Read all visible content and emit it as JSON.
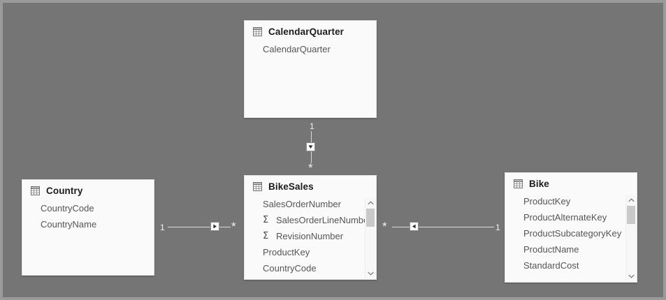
{
  "canvas": {
    "background_color": "#757575",
    "border_color": "#9a9a9a"
  },
  "tables": [
    {
      "id": "calendarquarter",
      "name": "CalendarQuarter",
      "icon": "table-grid-icon",
      "has_scrollbar": false,
      "fields": [
        {
          "label": "CalendarQuarter",
          "aggregate": false
        }
      ]
    },
    {
      "id": "country",
      "name": "Country",
      "icon": "table-grid-icon",
      "has_scrollbar": false,
      "fields": [
        {
          "label": "CountryCode",
          "aggregate": false
        },
        {
          "label": "CountryName",
          "aggregate": false
        }
      ]
    },
    {
      "id": "bikesales",
      "name": "BikeSales",
      "icon": "table-grid-icon",
      "has_scrollbar": true,
      "fields": [
        {
          "label": "SalesOrderNumber",
          "aggregate": false
        },
        {
          "label": "SalesOrderLineNumber",
          "aggregate": true
        },
        {
          "label": "RevisionNumber",
          "aggregate": true
        },
        {
          "label": "ProductKey",
          "aggregate": false
        },
        {
          "label": "CountryCode",
          "aggregate": false
        }
      ]
    },
    {
      "id": "bike",
      "name": "Bike",
      "icon": "table-grid-icon",
      "has_scrollbar": true,
      "fields": [
        {
          "label": "ProductKey",
          "aggregate": false
        },
        {
          "label": "ProductAlternateKey",
          "aggregate": false
        },
        {
          "label": "ProductSubcategoryKey",
          "aggregate": false
        },
        {
          "label": "ProductName",
          "aggregate": false
        },
        {
          "label": "StandardCost",
          "aggregate": false
        }
      ]
    }
  ],
  "relationships": [
    {
      "id": "calendarquarter-bikesales",
      "orientation": "vertical",
      "from_table": "CalendarQuarter",
      "to_table": "BikeSales",
      "from_cardinality": "1",
      "to_cardinality": "*",
      "filter_direction": "down"
    },
    {
      "id": "country-bikesales",
      "orientation": "horizontal",
      "from_table": "Country",
      "to_table": "BikeSales",
      "from_cardinality": "1",
      "to_cardinality": "*",
      "filter_direction": "right"
    },
    {
      "id": "bikesales-bike",
      "orientation": "horizontal",
      "from_table": "BikeSales",
      "to_table": "Bike",
      "from_cardinality": "*",
      "to_cardinality": "1",
      "filter_direction": "left"
    }
  ],
  "scrollbar": {
    "up_icon": "chevron-up-icon",
    "down_icon": "chevron-down-icon"
  },
  "symbols": {
    "aggregate": "Σ"
  }
}
